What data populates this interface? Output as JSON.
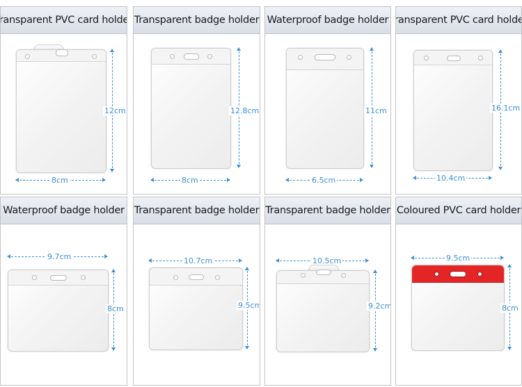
{
  "accent_color": "#3a90d8",
  "panels": [
    {
      "title": "Transparent PVC card holder",
      "width_label": "8cm",
      "height_label": "12cm"
    },
    {
      "title": "Transparent badge holder",
      "width_label": "8cm",
      "height_label": "12.8cm"
    },
    {
      "title": "Waterproof badge holder",
      "width_label": "6.5cm",
      "height_label": "11cm"
    },
    {
      "title": "Transparent PVC card holder",
      "width_label": "10.4cm",
      "height_label": "16.1cm"
    },
    {
      "title": "Waterproof badge holder",
      "width_label": "9.7cm",
      "height_label": "8cm"
    },
    {
      "title": "Transparent badge holder",
      "width_label": "10.7cm",
      "height_label": "9.5cm"
    },
    {
      "title": "Transparent badge holder",
      "width_label": "10.5cm",
      "height_label": "9.2cm"
    },
    {
      "title": "Coloured PVC card holder",
      "width_label": "9.5cm",
      "height_label": "8cm",
      "band_color": "#e32526"
    }
  ]
}
